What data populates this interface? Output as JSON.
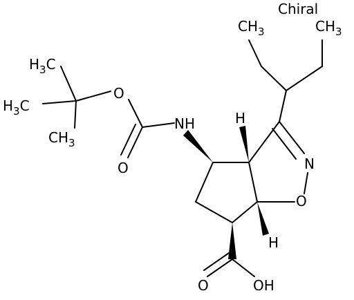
{
  "annotation": "Chiral",
  "labels": {
    "ch3_top_left": {
      "main": "CH",
      "sub": "3"
    },
    "ch3_top_right": {
      "main": "CH",
      "sub": "3"
    },
    "h3c_left": {
      "main": "H",
      "sub": "3",
      "tail": "C"
    },
    "h3c_mid": {
      "main": "H",
      "sub": "3",
      "tail": "C"
    },
    "ch3_bottom": {
      "main": "CH",
      "sub": "3"
    },
    "o_ester": "O",
    "nh": "NH",
    "o_carbonyl": "O",
    "h_top": "H",
    "n_ring": "N",
    "o_ring": "O",
    "h_bottom": "H",
    "o_acid": "O",
    "oh": "OH"
  }
}
